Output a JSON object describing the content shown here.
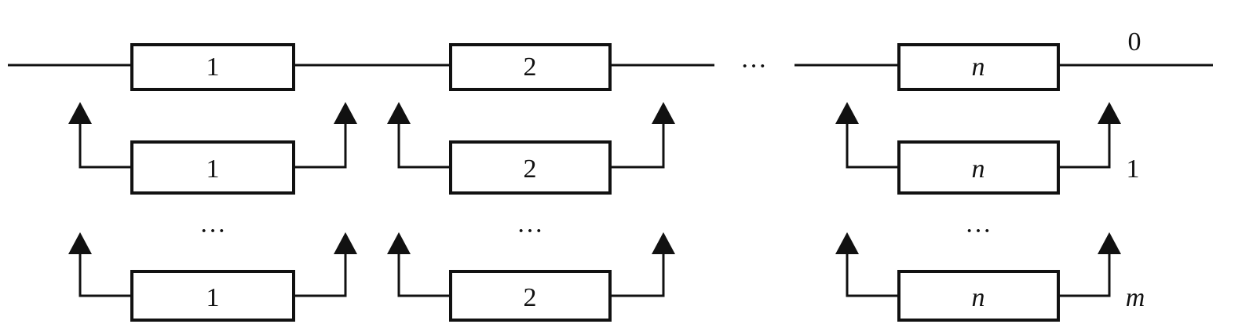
{
  "diagram": {
    "blocks": {
      "first": "1",
      "second": "2",
      "last": "n"
    },
    "rows": {
      "main": "0",
      "first_standby": "1",
      "last_standby": "m"
    },
    "ellipsis": "···"
  }
}
